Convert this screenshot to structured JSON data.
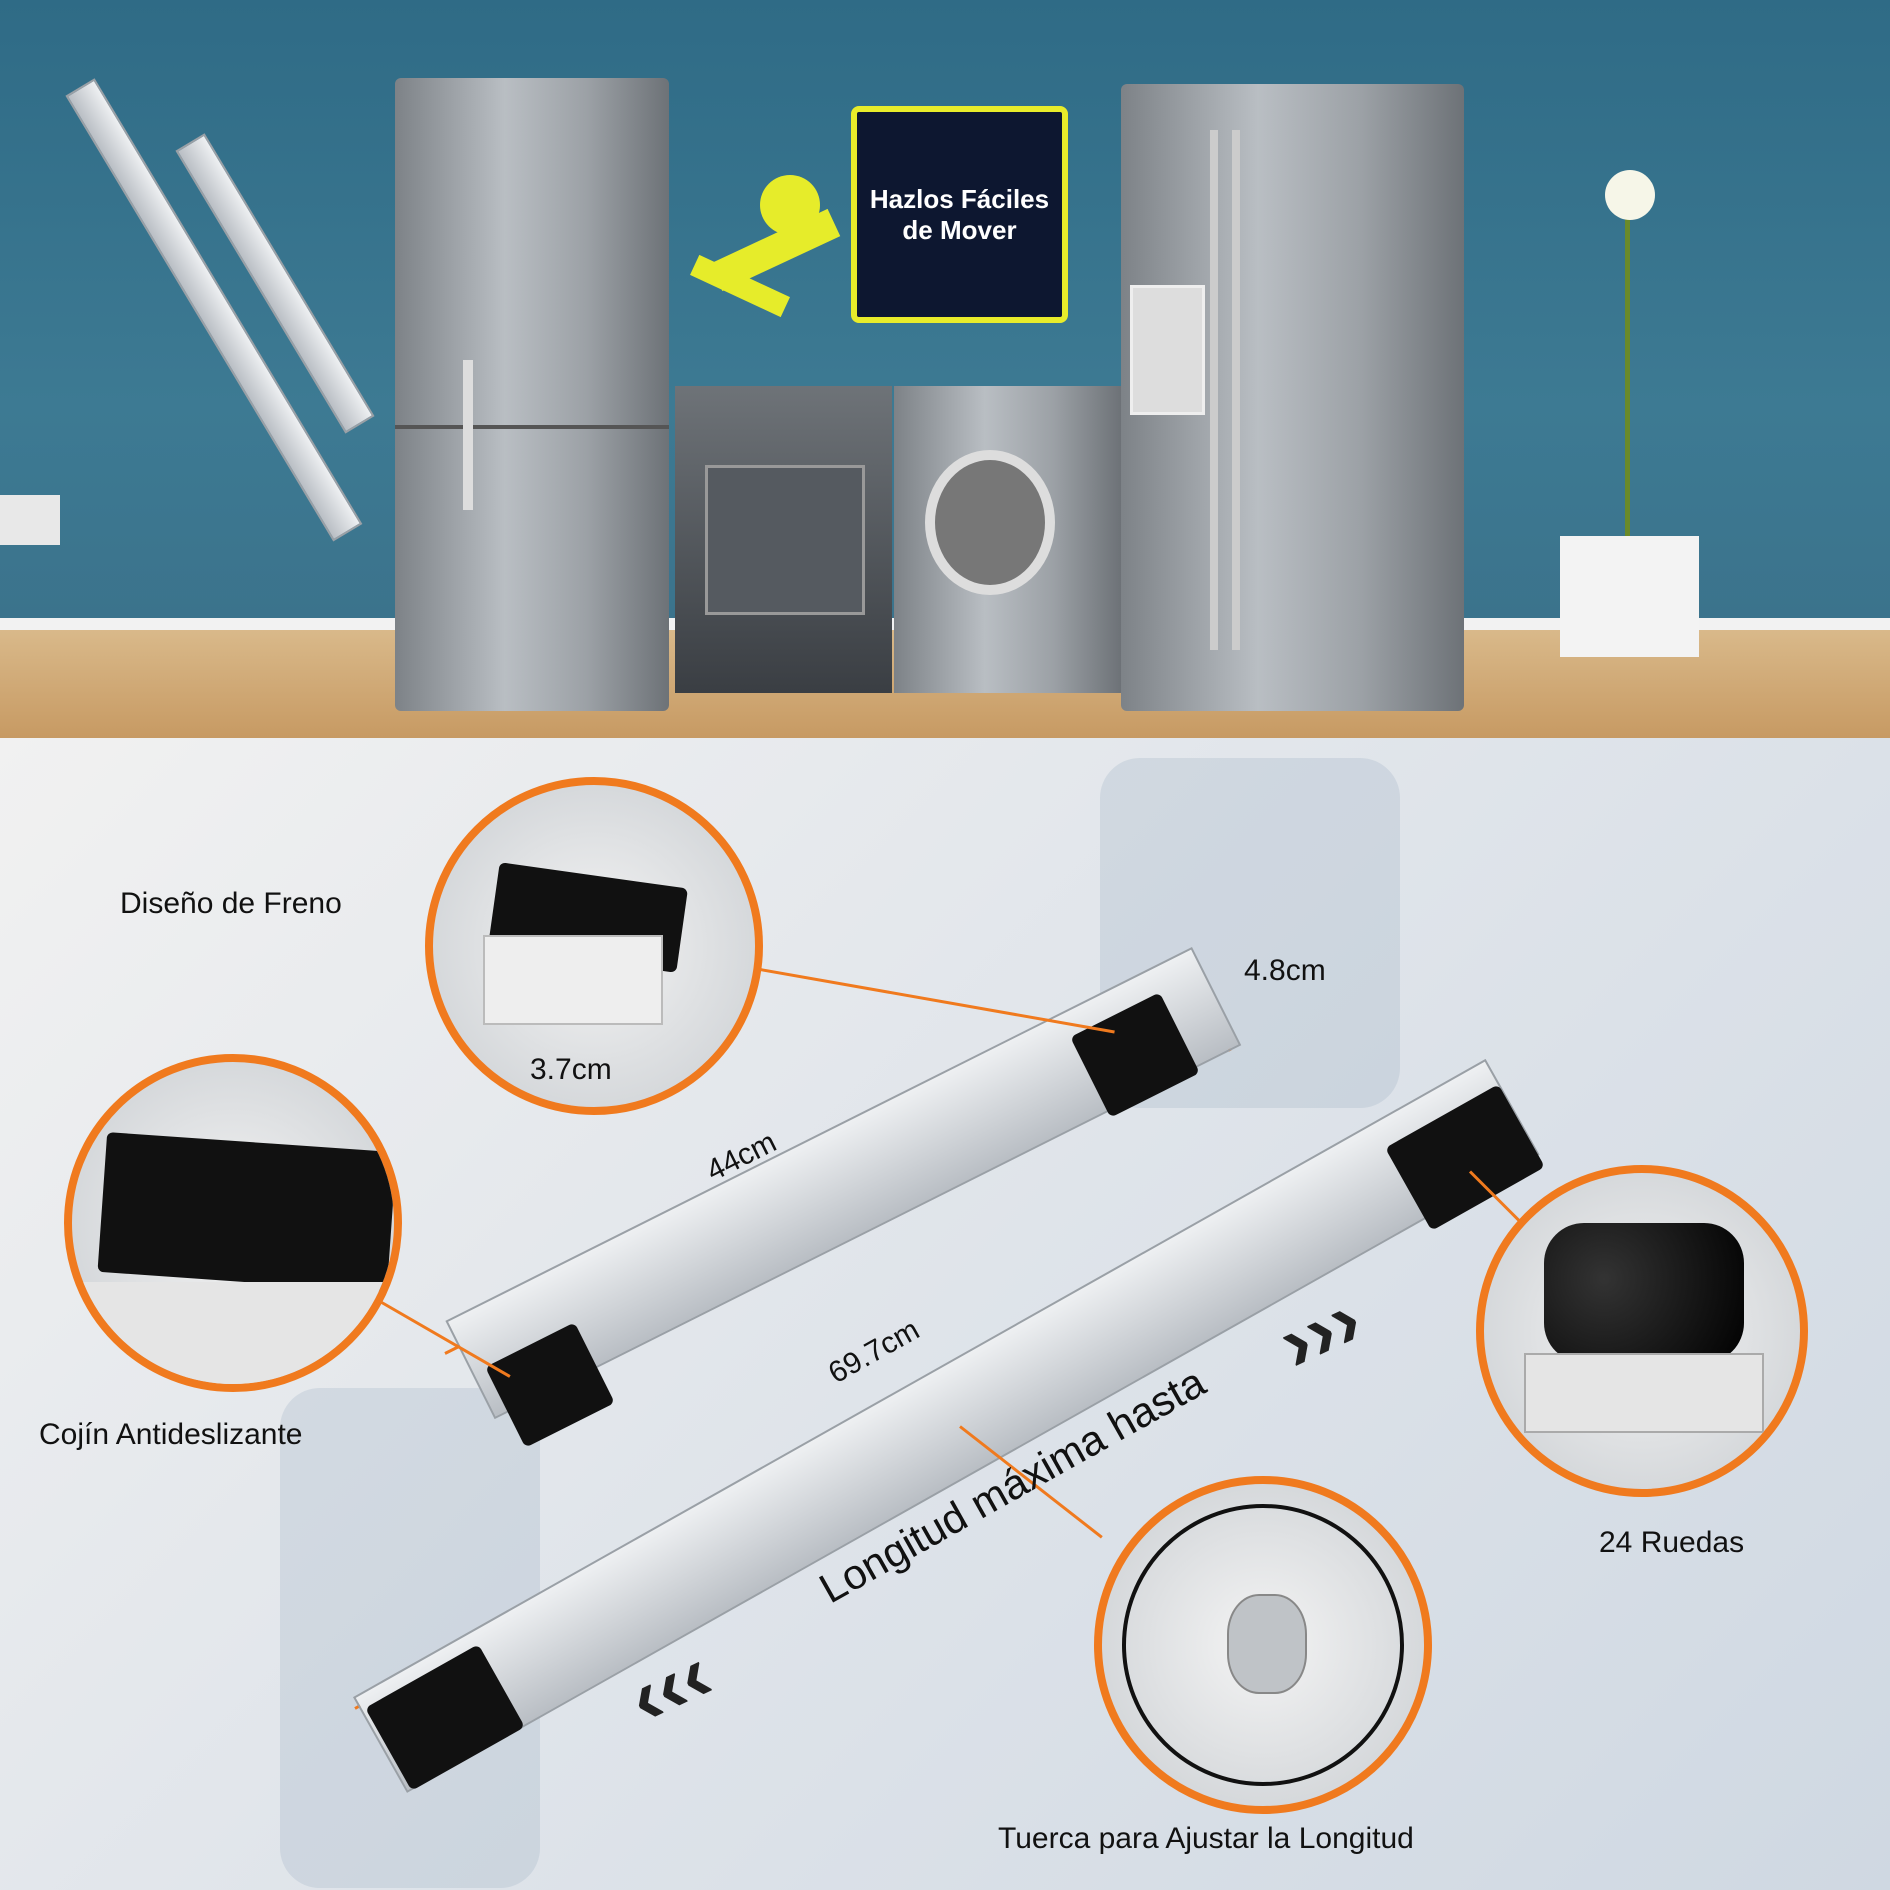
{
  "banner": {
    "line1": "Hazlos Fáciles",
    "line2": "de Mover"
  },
  "labels": {
    "brake": "Diseño de Freno",
    "height": "3.7cm",
    "width": "4.8cm",
    "short_length": "44cm",
    "long_length": "69.7cm",
    "max_length": "Longitud máxima hasta",
    "cushion": "Cojín Antideslizante",
    "wheels": "24 Ruedas",
    "nut": "Tuerca para Ajustar la Longitud"
  },
  "colors": {
    "accent": "#f07a1e",
    "wall": "#3d7a93",
    "sign_border": "#e8ec2a"
  }
}
